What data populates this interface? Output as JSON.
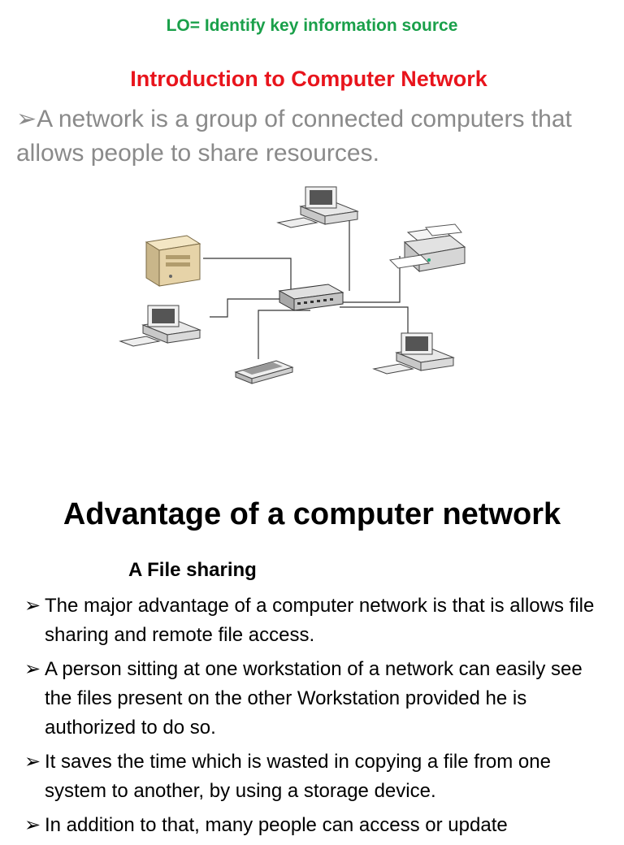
{
  "header": {
    "learning_objective": "LO= Identify key information source",
    "intro_title": "Introduction to Computer Network"
  },
  "definition": {
    "marker": "➢",
    "text": "A network is a group of connected computers that allows people to share resources."
  },
  "diagram": {
    "icons": [
      "server-icon",
      "desktop-computer-icon",
      "printer-icon",
      "network-hub-icon",
      "scanner-icon",
      "desktop-computer-icon",
      "desktop-computer-icon"
    ]
  },
  "advantages": {
    "title": "Advantage of a computer network",
    "subheading": "A  File sharing",
    "marker": "➢",
    "bullets": [
      "The major advantage of a computer network is that is allows file sharing and remote file access.",
      "A person sitting at one workstation of a network can easily see the files present on the other Workstation provided he is authorized to do so.",
      "It saves the time which is wasted in copying a file from one system to another, by using a storage device.",
      "In addition to that, many people can access or update"
    ]
  },
  "colors": {
    "lo_green": "#1aa04a",
    "title_red": "#e8141c",
    "definition_gray": "#8a8a8a"
  }
}
